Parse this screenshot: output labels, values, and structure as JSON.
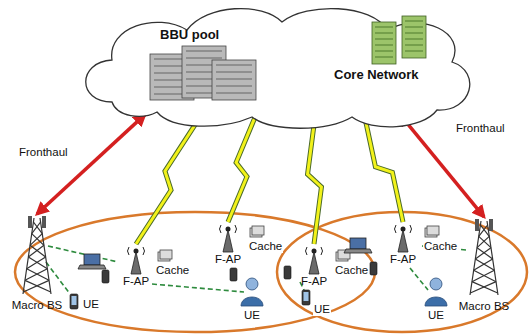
{
  "diagram": {
    "nodes": [
      {
        "text": [
          "BBU pool",
          "Core Network"
        ]
      },
      {
        "text": [
          "Macro BS"
        ]
      },
      {
        "text": [
          "F-AP"
        ]
      },
      {
        "text": [
          "F-AP"
        ]
      },
      {
        "text": [
          "F-AP"
        ]
      },
      {
        "text": [
          "F-AP"
        ]
      },
      {
        "text": [
          "Macro BS"
        ]
      }
    ],
    "edges": [
      {
        "from": 0,
        "to": 1,
        "arrow": "both",
        "label": "Fronthaul"
      },
      {
        "from": 0,
        "to": 6,
        "arrow": "both",
        "label": "Fronthaul"
      },
      {
        "from": 0,
        "to": 2,
        "arrow": "none"
      },
      {
        "from": 0,
        "to": 3,
        "arrow": "none"
      },
      {
        "from": 0,
        "to": 4,
        "arrow": "none"
      },
      {
        "from": 0,
        "to": 5,
        "arrow": "none"
      }
    ],
    "labels": [
      "Cache",
      "Cache",
      "Cache",
      "Cache",
      "UE",
      "UE",
      "UE",
      "UE"
    ]
  }
}
